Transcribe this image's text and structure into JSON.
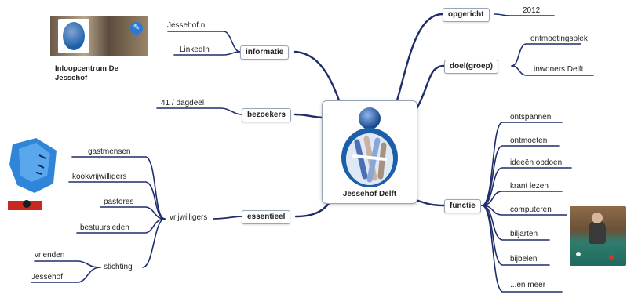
{
  "center": {
    "title": "Jessehof Delft"
  },
  "org_card": {
    "line1": "Inloopcentrum De",
    "line2": "Jessehof"
  },
  "branches": {
    "informatie": {
      "label": "informatie",
      "children": [
        "Jessehof.nl",
        "LinkedIn"
      ]
    },
    "bezoekers": {
      "label": "bezoekers",
      "children": [
        "41 / dagdeel"
      ]
    },
    "essentieel": {
      "label": "essentieel",
      "sub": "vrijwilligers",
      "children": [
        "gastmensen",
        "kookvrijwilligers",
        "pastores",
        "bestuursleden"
      ],
      "stichting": {
        "label": "stichting",
        "children": [
          "vrienden",
          "Jessehof"
        ]
      }
    },
    "opgericht": {
      "label": "opgericht",
      "children": [
        "2012"
      ]
    },
    "doel": {
      "label": "doel(groep)",
      "children": [
        "ontmoetingsplek",
        "inwoners Delft"
      ]
    },
    "functie": {
      "label": "functie",
      "children": [
        "ontspannen",
        "ontmoeten",
        "ideeën opdoen",
        "krant lezen",
        "computeren",
        "biljarten",
        "bijbelen",
        "...en meer"
      ]
    }
  },
  "colors": {
    "line": "#1f2d6b",
    "node_border": "#9aa6b8",
    "logo_blue": "#1b5fa8"
  }
}
